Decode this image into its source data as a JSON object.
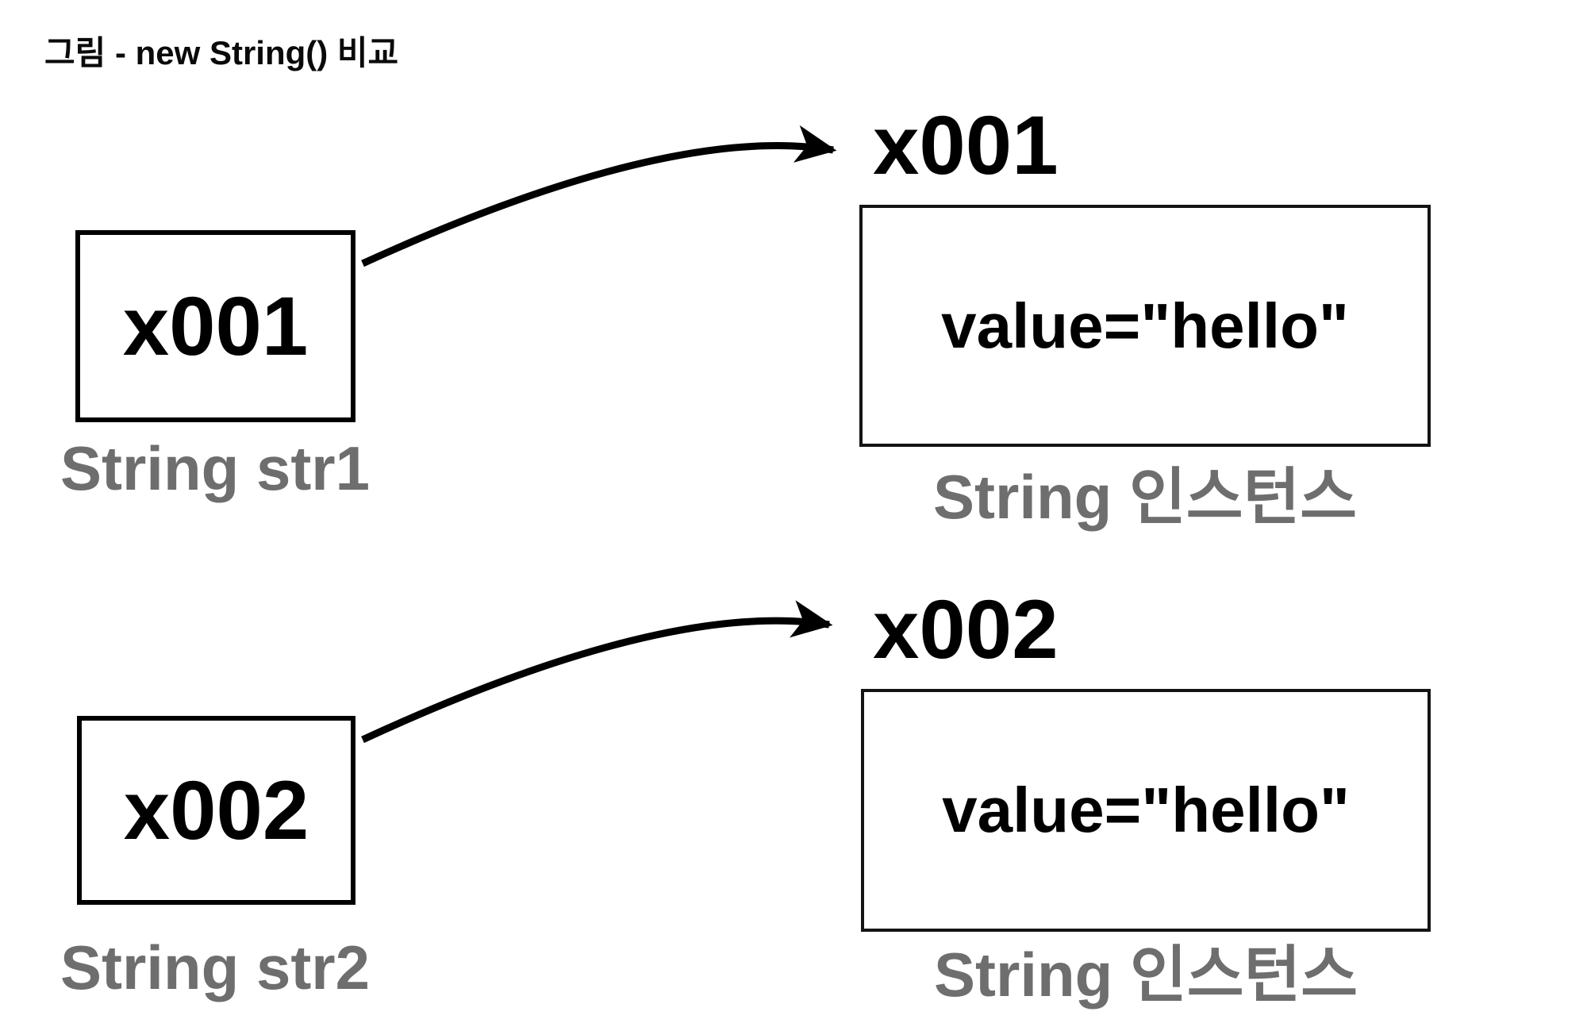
{
  "title": "그림 - new String() 비교",
  "colors": {
    "line": "#000000",
    "caption_gray": "#6e6e6e",
    "background": "#ffffff"
  },
  "groups": [
    {
      "ref_box_label": "x001",
      "ref_caption": "String str1",
      "instance_heading": "x001",
      "instance_value": "value=\"hello\"",
      "instance_caption": "String 인스턴스"
    },
    {
      "ref_box_label": "x002",
      "ref_caption": "String str2",
      "instance_heading": "x002",
      "instance_value": "value=\"hello\"",
      "instance_caption": "String 인스턴스"
    }
  ]
}
